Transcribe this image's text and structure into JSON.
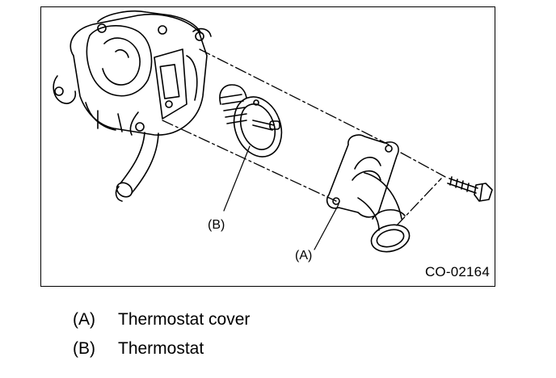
{
  "figure": {
    "code": "CO-02164",
    "callouts": {
      "a": "(A)",
      "b": "(B)"
    }
  },
  "legend": [
    {
      "key": "(A)",
      "text": "Thermostat cover"
    },
    {
      "key": "(B)",
      "text": "Thermostat"
    }
  ]
}
